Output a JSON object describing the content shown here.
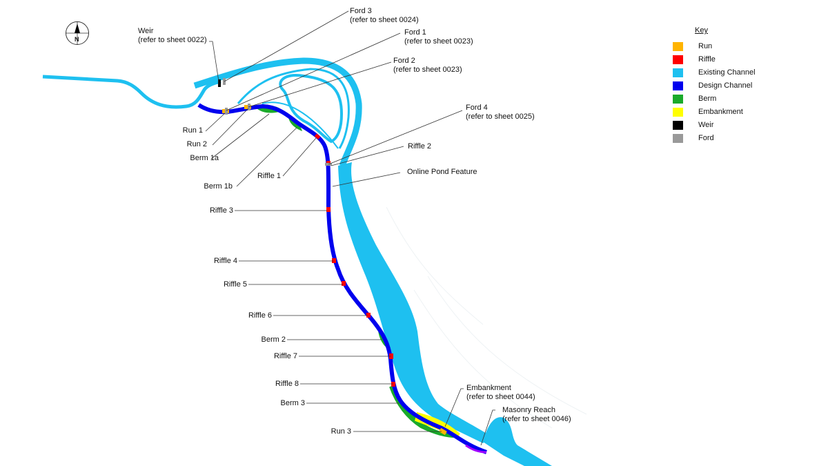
{
  "compass": {
    "label": "N"
  },
  "labels": {
    "weir": {
      "title": "Weir",
      "ref": "(refer to sheet 0022)"
    },
    "ford3": {
      "title": "Ford 3",
      "ref": "(refer to sheet 0024)"
    },
    "ford1": {
      "title": "Ford 1",
      "ref": "(refer to sheet 0023)"
    },
    "ford2": {
      "title": "Ford 2",
      "ref": "(refer to sheet 0023)"
    },
    "ford4": {
      "title": "Ford 4",
      "ref": "(refer to sheet 0025)"
    },
    "riffle2": "Riffle 2",
    "online_pond": "Online Pond Feature",
    "run1": "Run 1",
    "run2": "Run 2",
    "berm1a": "Berm 1a",
    "berm1b": "Berm 1b",
    "riffle1": "Riffle 1",
    "riffle3": "Riffle 3",
    "riffle4": "Riffle 4",
    "riffle5": "Riffle 5",
    "riffle6": "Riffle 6",
    "berm2": "Berm 2",
    "riffle7": "Riffle 7",
    "riffle8": "Riffle 8",
    "berm3": "Berm 3",
    "run3": "Run 3",
    "embankment": {
      "title": "Embankment",
      "ref": "(refer to sheet 0044)"
    },
    "masonry": {
      "title": "Masonry Reach",
      "ref": "(refer to sheet 0046)"
    }
  },
  "key": {
    "title": "Key",
    "items": [
      {
        "label": "Run",
        "color": "#ffb400"
      },
      {
        "label": "Riffle",
        "color": "#ff0000"
      },
      {
        "label": "Existing Channel",
        "color": "#1ec0f0"
      },
      {
        "label": "Design Channel",
        "color": "#0000ee"
      },
      {
        "label": "Berm",
        "color": "#1aaa2a"
      },
      {
        "label": "Embankment",
        "color": "#ffff00"
      },
      {
        "label": "Weir",
        "color": "#000000"
      },
      {
        "label": "Ford",
        "color": "#999999"
      }
    ]
  }
}
